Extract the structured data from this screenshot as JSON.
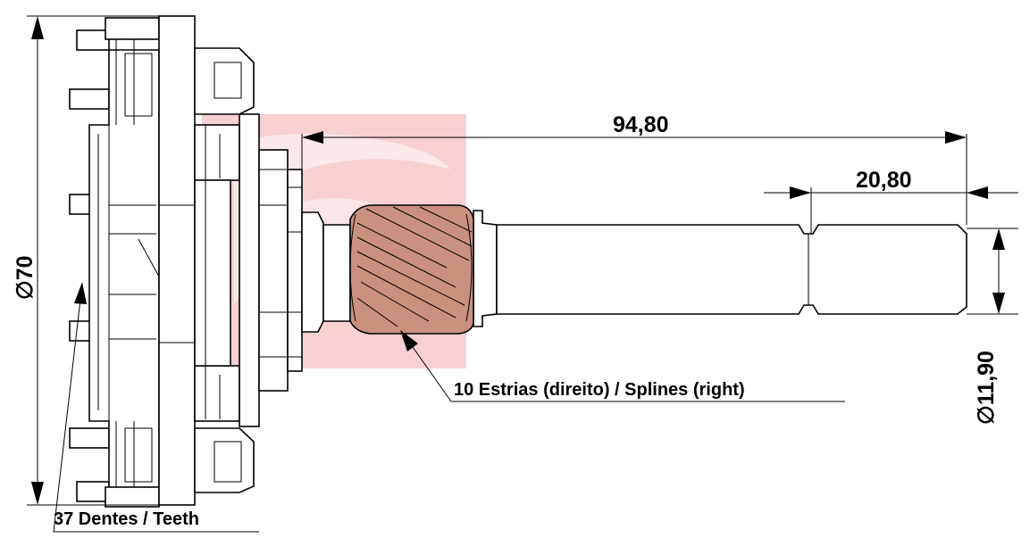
{
  "dimensions": {
    "shaft_length": "94,80",
    "tip_length": "20,80",
    "outer_diameter": "∅70",
    "shaft_diameter": "∅11,90"
  },
  "callouts": {
    "splines": "10 Estrias (direito) / Splines (right)",
    "teeth": "37 Dentes / Teeth"
  },
  "colors": {
    "watermark": "#f6c8cb",
    "pinion": "#c98f7f",
    "line": "#000000"
  }
}
